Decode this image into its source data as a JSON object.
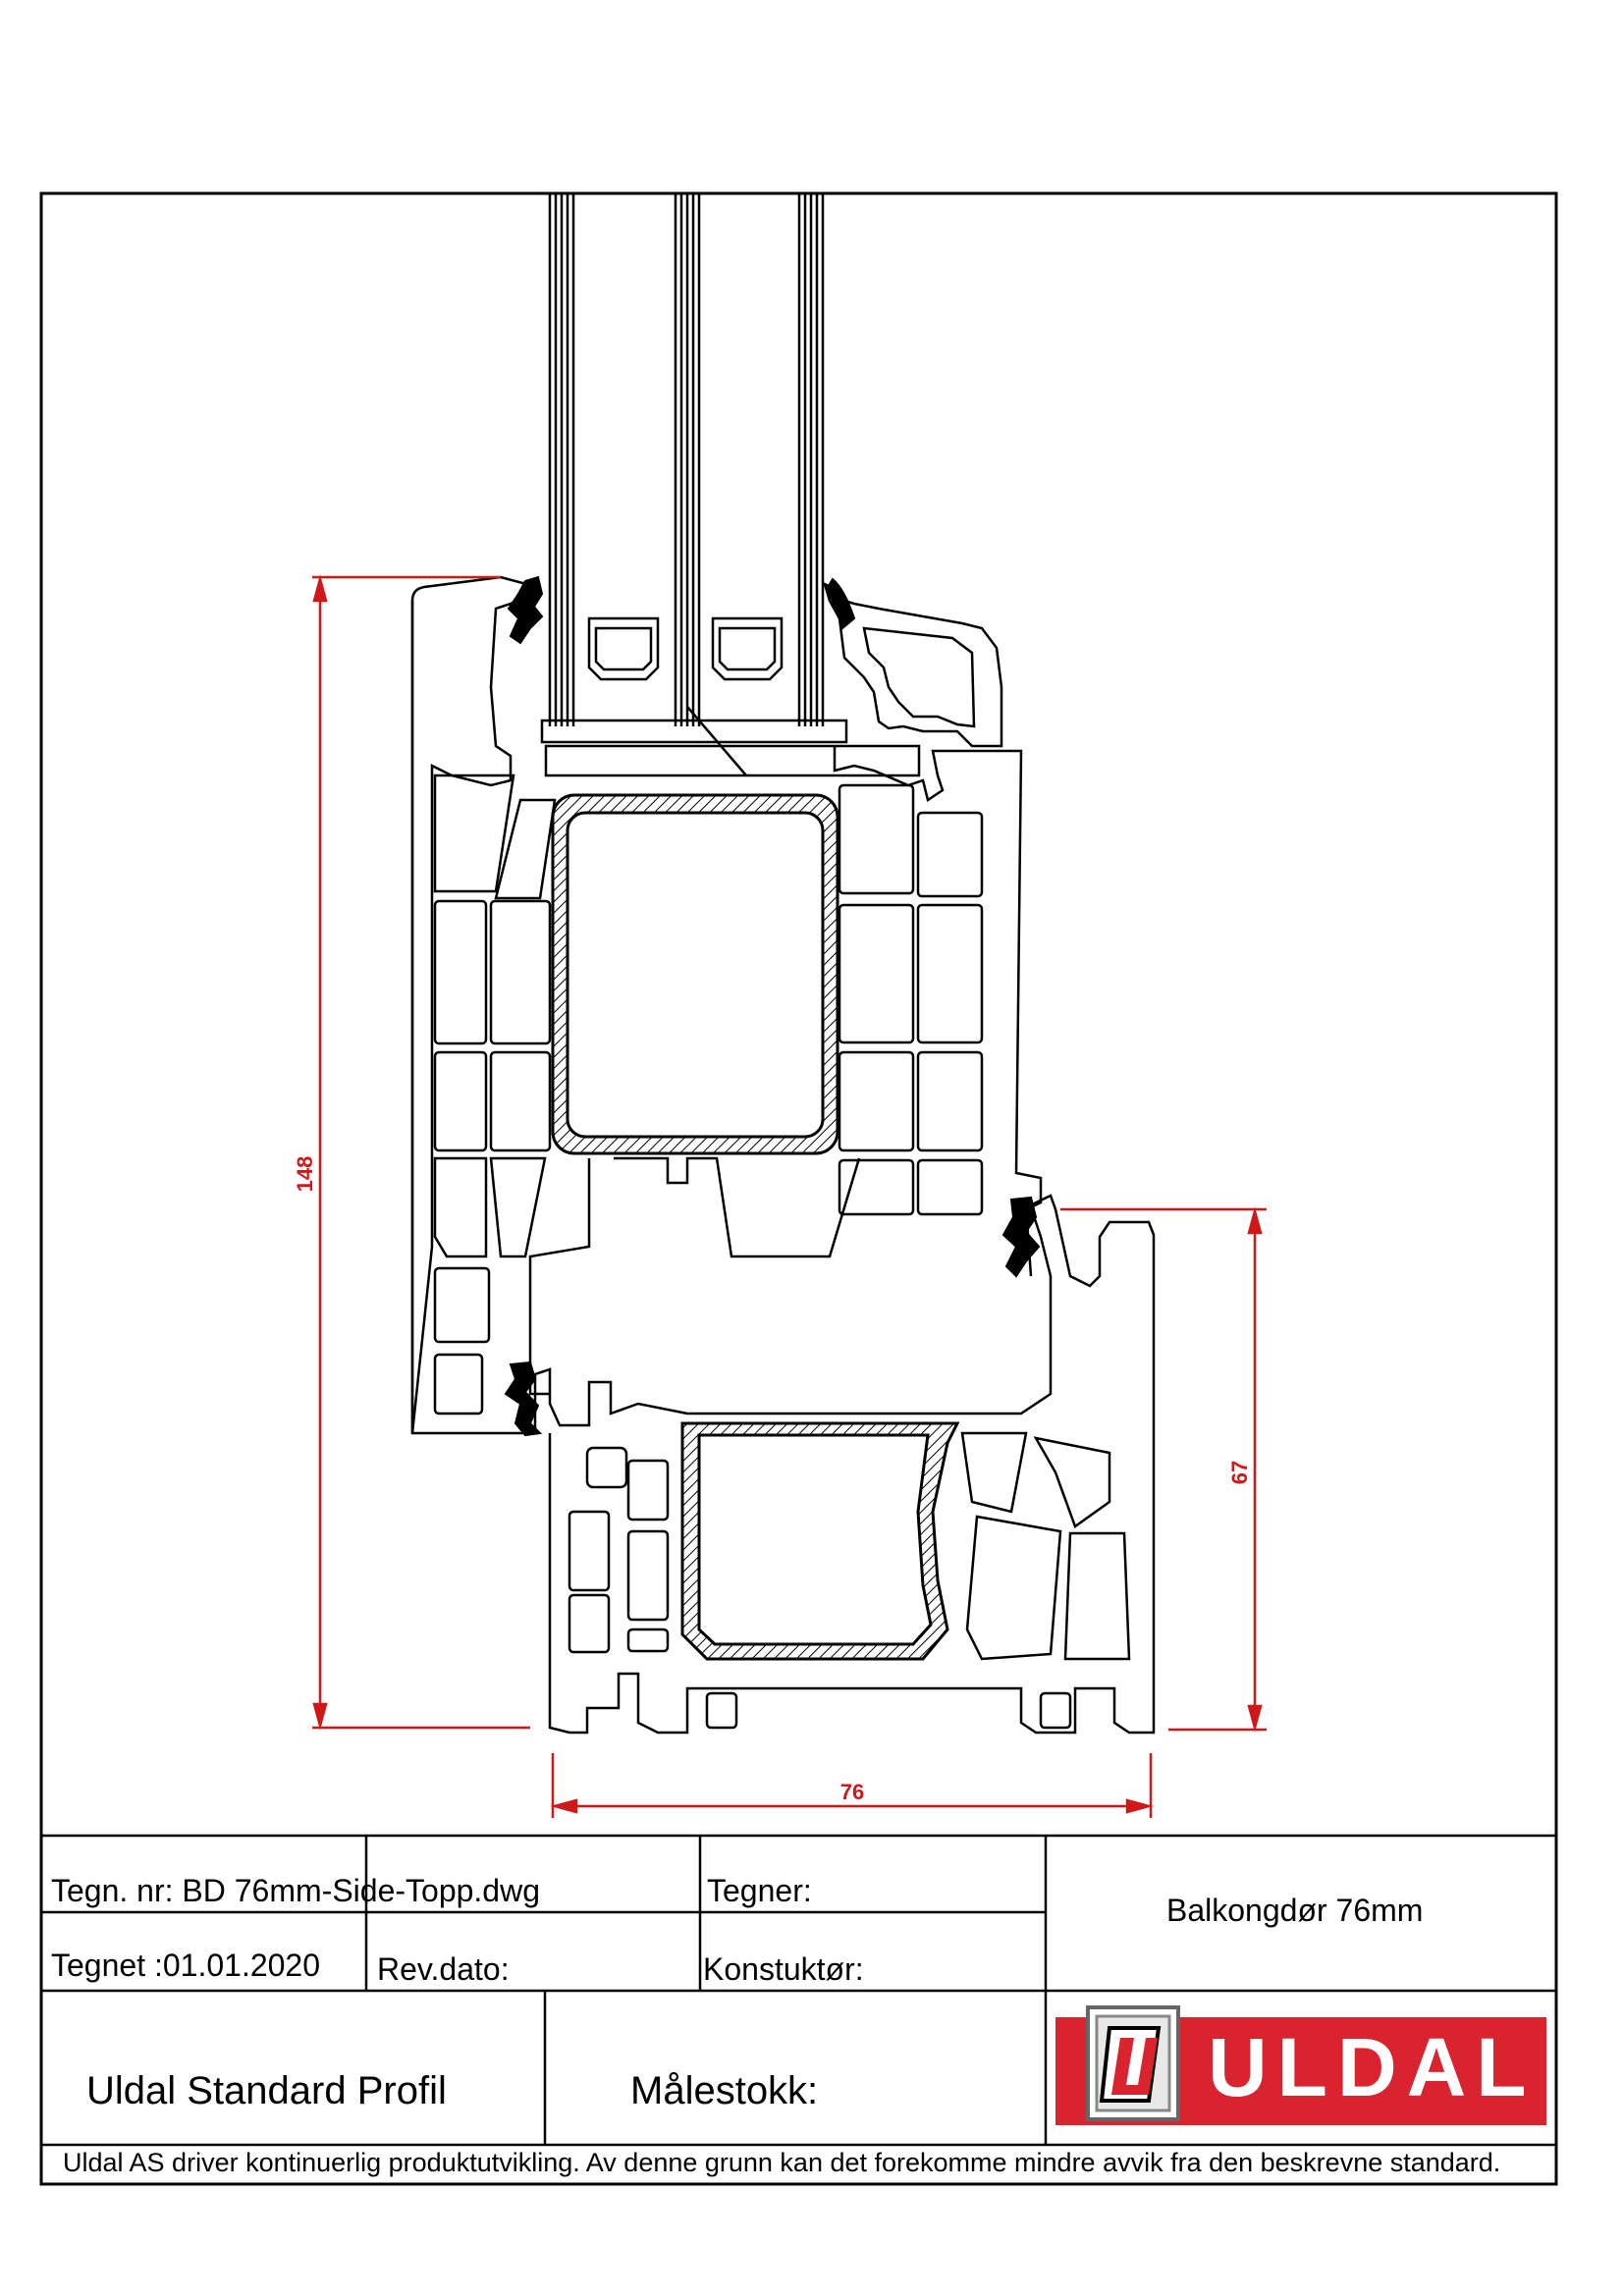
{
  "dimensions": {
    "overall_height": "148",
    "frame_height": "67",
    "profile_width": "76"
  },
  "title_block": {
    "drawing_number": "Tegn. nr: BD 76mm-Side-Topp.dwg",
    "drawn_by_label": "Tegner:",
    "product_name": "Balkongdør 76mm",
    "drawn_date": "Tegnet :01.01.2020",
    "revision_date_label": "Rev.dato:",
    "designer_label": "Konstuktør:",
    "profile_series": "Uldal Standard Profil",
    "scale_label": "Målestokk:",
    "disclaimer": "Uldal AS driver kontinuerlig produktutvikling. Av denne grunn kan det forekomme mindre avvik fra den beskrevne standard."
  },
  "logo": {
    "brand": "ULDAL",
    "brand_color": "#d9232e"
  },
  "colors": {
    "dimension_line": "#d01818",
    "outline": "#000000"
  }
}
